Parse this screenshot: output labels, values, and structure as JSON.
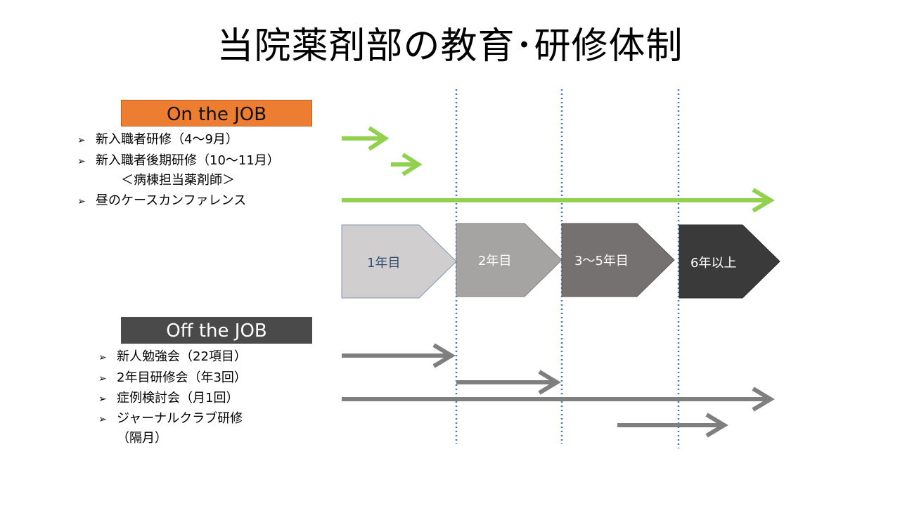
{
  "title": "当院薬剤部の教育･研修体制",
  "on_the_job": {
    "header": "On the JOB",
    "items": [
      "新入職者研修（4～9月）",
      "新入職者後期研修（10～11月）",
      "＜病棟担当薬剤師＞",
      "昼のケースカンファレンス"
    ]
  },
  "off_the_job": {
    "header": "Off the JOB",
    "items": [
      "新人勉強会（22項目）",
      "2年目研修会（年3回）",
      "症例検討会（月1回）",
      "ジャーナルクラブ研修",
      "（隔月）"
    ]
  },
  "phases": [
    {
      "label": "1年目",
      "fill": "#d0cece",
      "text_color": "#2f4a6e"
    },
    {
      "label": "2年目",
      "fill": "#a6a3a3",
      "text_color": "#ffffff"
    },
    {
      "label": "3～5年目",
      "fill": "#767171",
      "text_color": "#ffffff"
    },
    {
      "label": "6年以上",
      "fill": "#3a3a3a",
      "text_color": "#ffffff"
    }
  ],
  "colors": {
    "green_arrow": "#92d050",
    "gray_arrow": "#7f7f7f",
    "divider": "#4472c4"
  }
}
